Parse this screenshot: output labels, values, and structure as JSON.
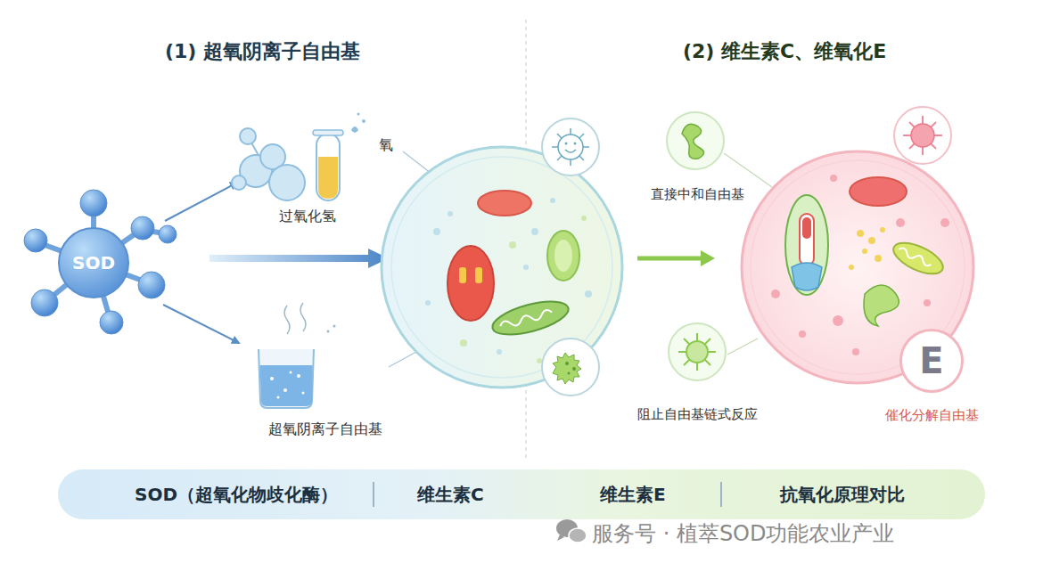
{
  "diagram": {
    "nodes": [
      {
        "text": [
          "SOD"
        ]
      },
      {
        "text": [
          "E"
        ]
      },
      {
        "text": [
          "SOD（超氧化物歧化酶）",
          "维生素C",
          "维生素E",
          "抗氧化原理对比"
        ]
      }
    ],
    "labels": [
      "(1) 超氧阴离子自由基",
      "(2) 维生素C、维氧化E",
      "氧",
      "过氧化氢",
      "超氧阴离子自由基",
      "直接中和自由基",
      "阻止自由基链式反应",
      "催化分解自由基",
      "服务号 · 植萃SOD功能农业产业"
    ]
  }
}
